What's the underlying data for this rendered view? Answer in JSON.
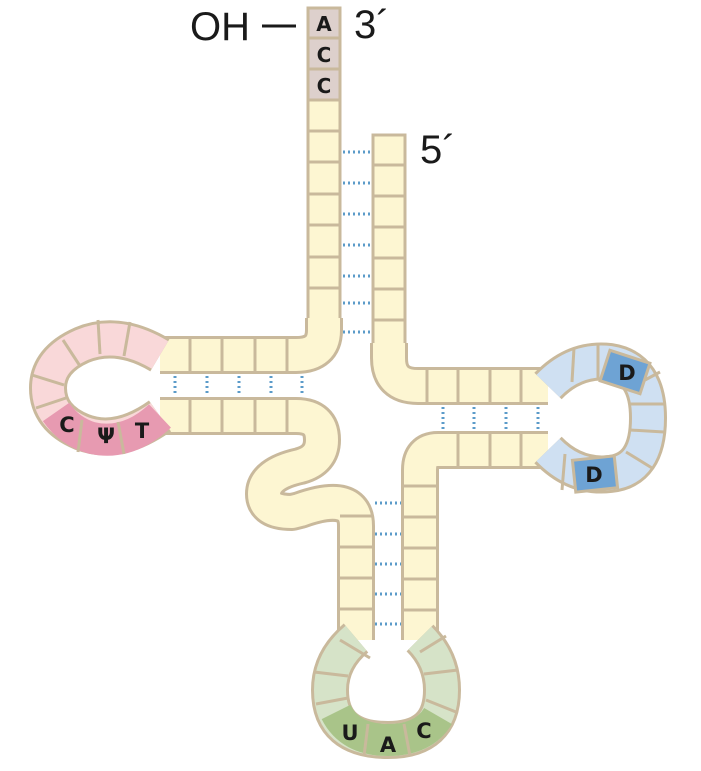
{
  "labels": {
    "three_prime": "3´",
    "five_prime": "5´",
    "oh": "OH"
  },
  "acceptor_bases": [
    "A",
    "C",
    "C"
  ],
  "t_loop_bases": [
    "C",
    "Ψ",
    "T"
  ],
  "d_loop_bases": [
    "D",
    "D"
  ],
  "anticodon_bases": [
    "U",
    "A",
    "C"
  ],
  "colors": {
    "stem": "#fdf6d2",
    "outline": "#c9b99c",
    "acceptor": "#ddd0cc",
    "t_loop": "#f9d8d9",
    "t_loop_highlight": "#e79ab1",
    "d_loop": "#cfe0f2",
    "d_loop_highlight": "#6ea3d4",
    "anticodon_loop": "#d6e3c8",
    "anticodon_highlight": "#a9c489",
    "hydrogen_bond": "#5b9bc9"
  }
}
